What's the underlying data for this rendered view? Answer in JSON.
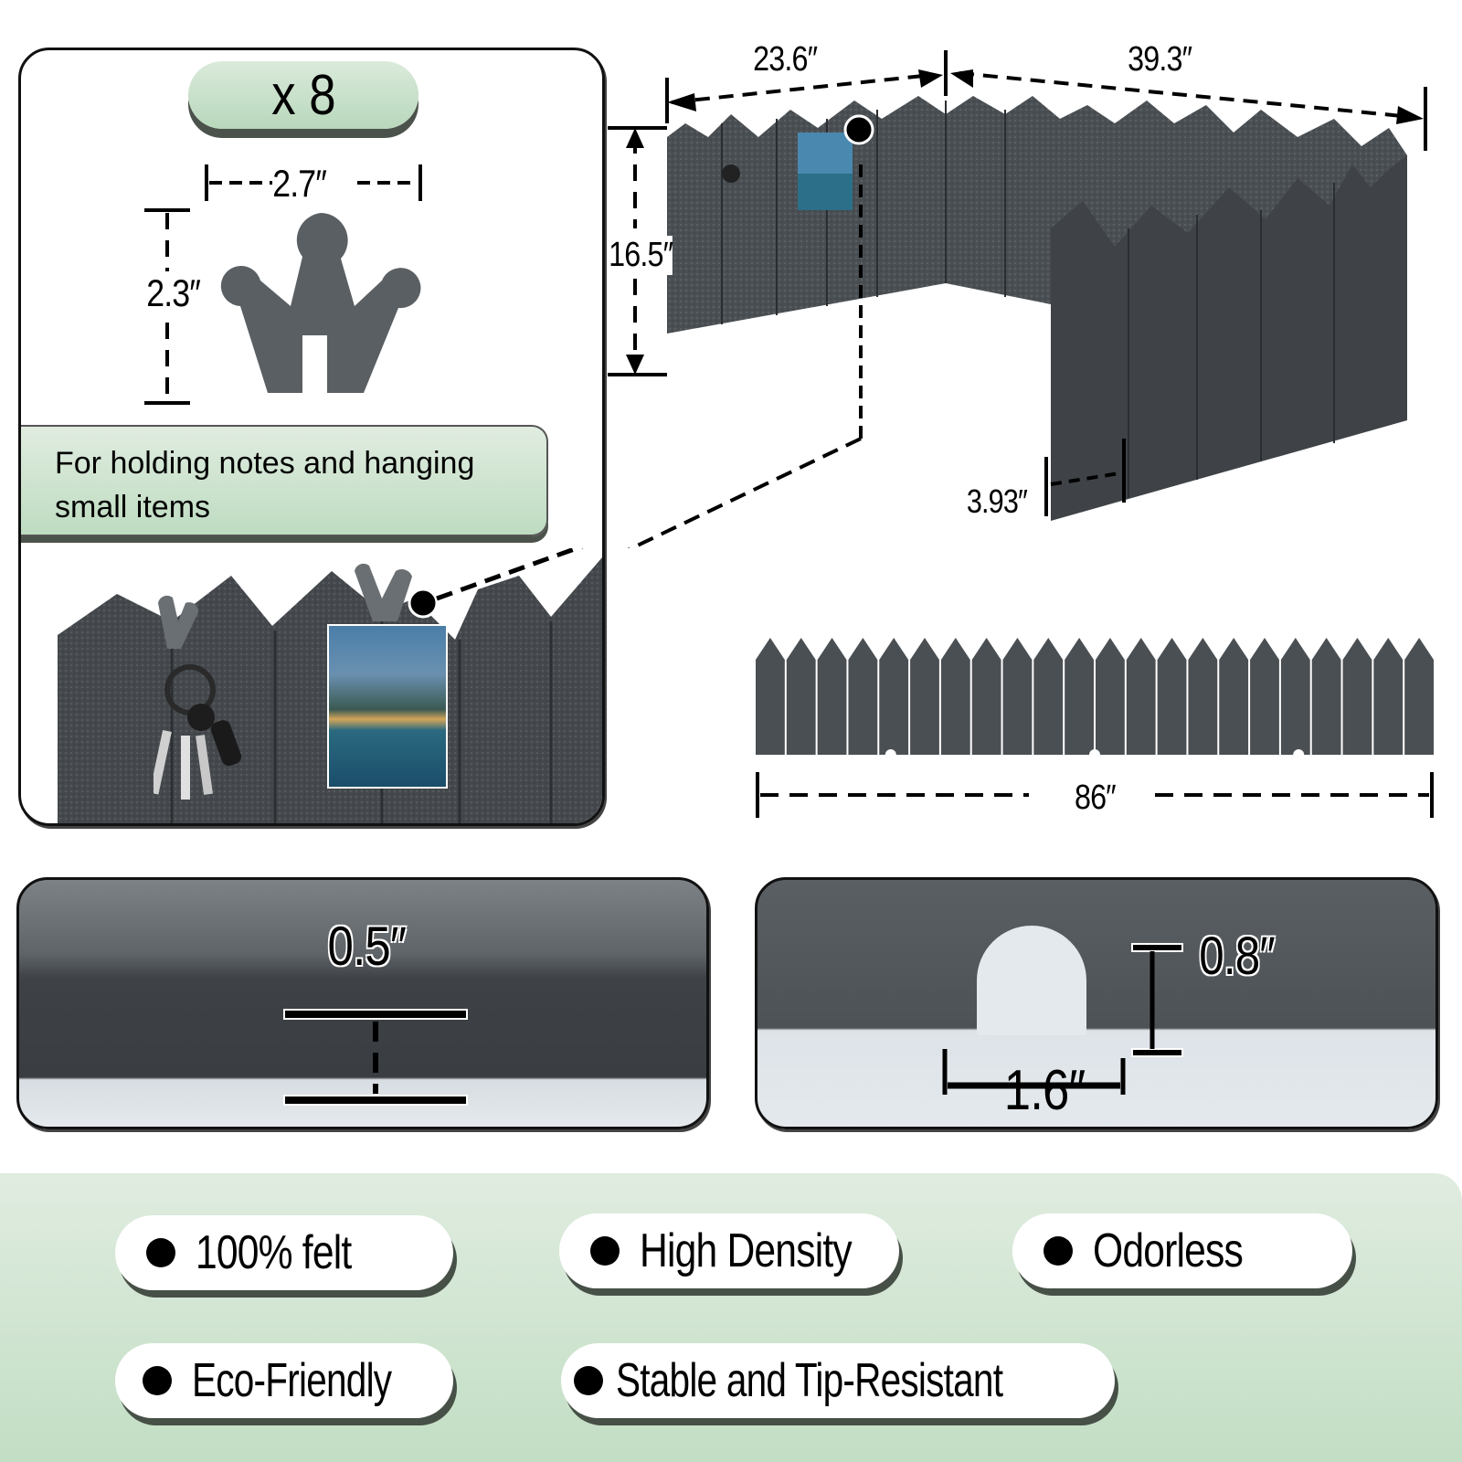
{
  "colors": {
    "felt": "#4a4f53",
    "accent_green": "#c4dfc6",
    "feature_bg": "#d6e8d6",
    "outline": "#111111"
  },
  "hook_panel": {
    "quantity_label": "x 8",
    "hook_width": "2.7″",
    "hook_height": "2.3″",
    "caption": "For holding notes and hanging small items",
    "icons": [
      "crown-hook-icon",
      "keys-icon",
      "photo-icon"
    ]
  },
  "assembled_fence": {
    "width_left": "23.6″",
    "width_right": "39.3″",
    "height": "16.5″",
    "slat_width": "3.93″"
  },
  "flat_fence": {
    "total_length": "86″",
    "slat_count": 22
  },
  "thickness_panel": {
    "thickness": "0.5″"
  },
  "notch_panel": {
    "notch_height": "0.8″",
    "notch_width": "1.6″"
  },
  "features": [
    {
      "label": "100% felt"
    },
    {
      "label": "High Density"
    },
    {
      "label": "Odorless"
    },
    {
      "label": "Eco-Friendly"
    },
    {
      "label": "Stable and Tip-Resistant"
    }
  ]
}
